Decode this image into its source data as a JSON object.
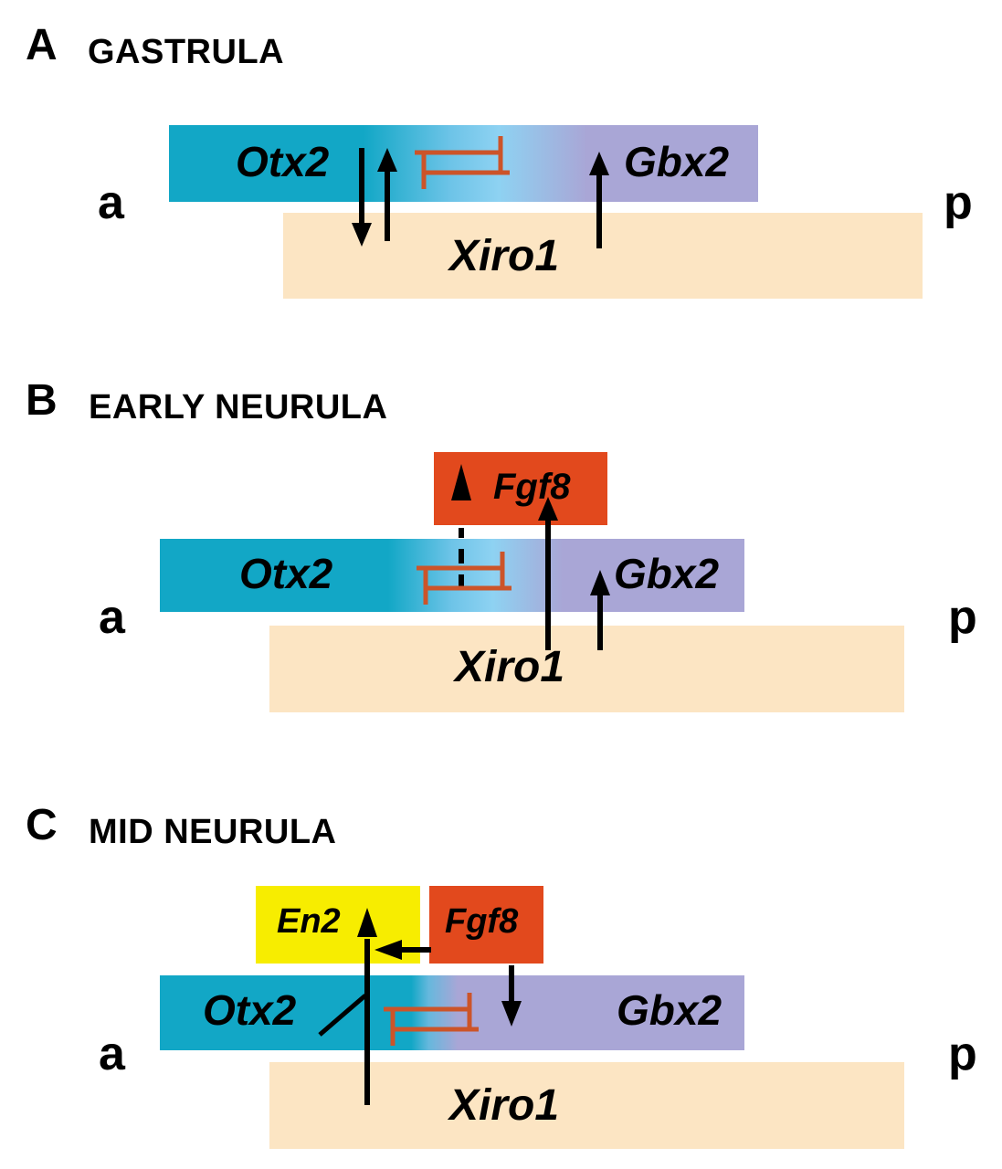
{
  "panelA": {
    "letter": "A",
    "title": "GASTRULA",
    "otx2": "Otx2",
    "gbx2": "Gbx2",
    "xiro1": "Xiro1",
    "anterior": "a",
    "posterior": "p"
  },
  "panelB": {
    "letter": "B",
    "title": "EARLY NEURULA",
    "otx2": "Otx2",
    "gbx2": "Gbx2",
    "xiro1": "Xiro1",
    "fgf8": "Fgf8",
    "anterior": "a",
    "posterior": "p"
  },
  "panelC": {
    "letter": "C",
    "title": "MID NEURULA",
    "otx2": "Otx2",
    "gbx2": "Gbx2",
    "xiro1": "Xiro1",
    "fgf8": "Fgf8",
    "en2": "En2",
    "anterior": "a",
    "posterior": "p"
  },
  "colors": {
    "otx2_teal": "#12a7c6",
    "gbx2_purple": "#a9a6d6",
    "boundary_blue": "#8ed2f2",
    "xiro1_peach": "#fce5c3",
    "fgf8_red": "#e2491d",
    "en2_yellow": "#f7ed00",
    "inhibition_orange": "#cc5429",
    "arrow_black": "#000000"
  }
}
